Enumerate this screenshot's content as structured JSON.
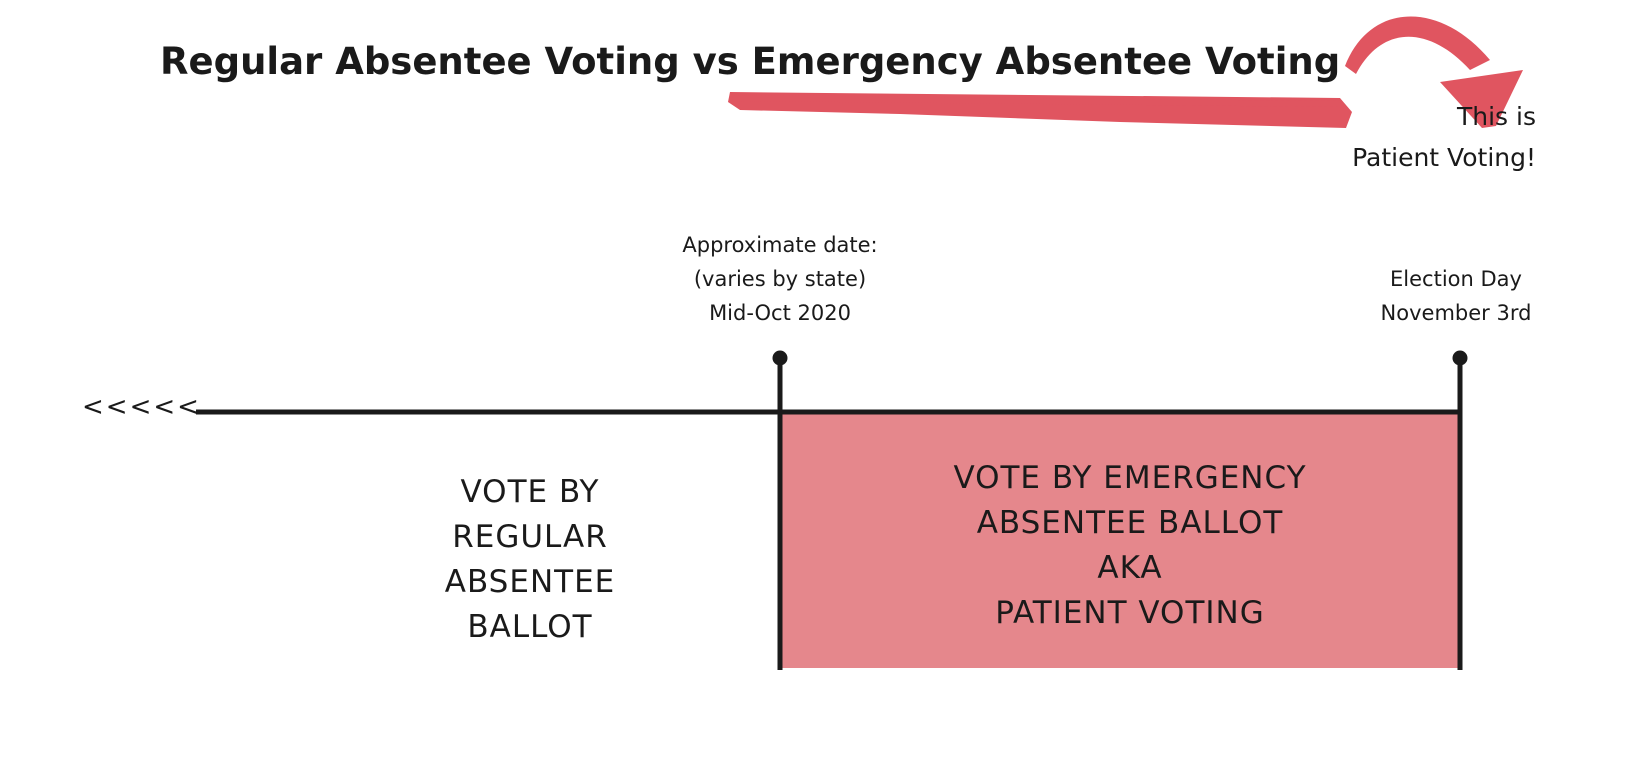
{
  "title": "Regular Absentee Voting vs Emergency Absentee Voting",
  "note": {
    "line1": "This is",
    "line2": "Patient Voting!"
  },
  "markers": {
    "approximate": {
      "line1": "Approximate date:",
      "line2": "(varies by state)",
      "line3": "Mid-Oct 2020"
    },
    "election": {
      "line1": "Election Day",
      "line2": "November 3rd"
    }
  },
  "timeline": {
    "arrows": "<<<<<"
  },
  "regular_zone": {
    "line1": "VOTE BY",
    "line2": "REGULAR",
    "line3": "ABSENTEE",
    "line4": "BALLOT"
  },
  "emergency_zone": {
    "line1": "VOTE BY EMERGENCY",
    "line2": "ABSENTEE BALLOT",
    "line3": "AKA",
    "line4": "PATIENT VOTING"
  },
  "colors": {
    "accent_red": "#e05560",
    "zone_fill": "#e5878c",
    "line": "#1a1a1a"
  }
}
